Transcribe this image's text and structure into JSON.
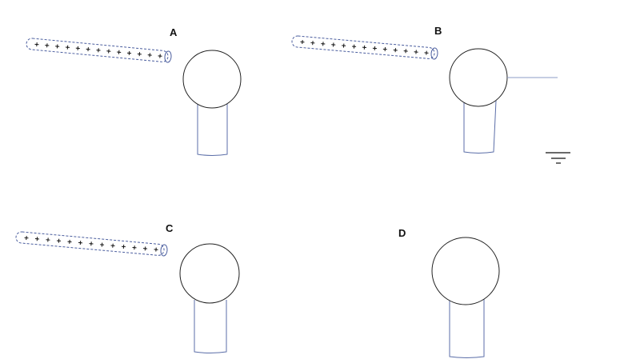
{
  "colors": {
    "rod": "#4a5d9e",
    "stand": "#5b6ea8",
    "sphere": "#222222",
    "wire": "#8e9cc7",
    "ground": "#111111"
  },
  "panels": [
    {
      "label": "A",
      "rod_charges": 13,
      "grounded": false
    },
    {
      "label": "B",
      "rod_charges": 13,
      "grounded": true
    },
    {
      "label": "C",
      "rod_charges": 13,
      "grounded": false
    },
    {
      "label": "D",
      "rod_charges": 0,
      "grounded": false
    }
  ]
}
